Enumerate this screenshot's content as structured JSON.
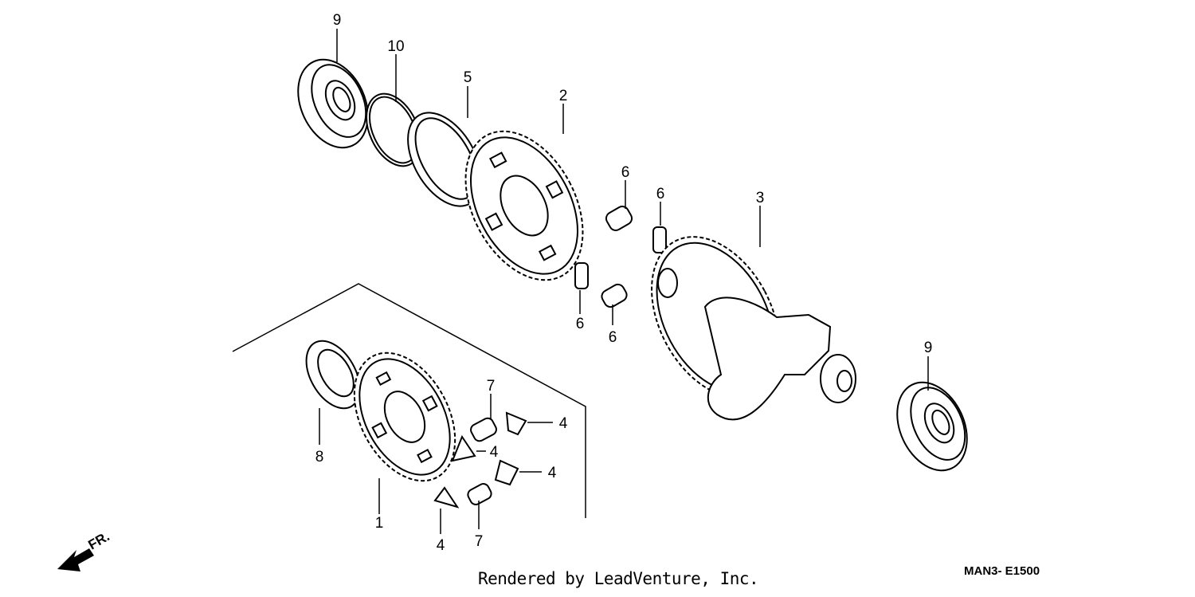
{
  "callouts": {
    "p9_top": "9",
    "p10": "10",
    "p5": "5",
    "p2": "2",
    "p6_a": "6",
    "p6_b": "6",
    "p6_c": "6",
    "p6_d": "6",
    "p3": "3",
    "p9_right": "9",
    "p8": "8",
    "p1": "1",
    "p7_top": "7",
    "p4_a": "4",
    "p4_b": "4",
    "p4_c": "4",
    "p4_d": "4",
    "p7_bottom": "7"
  },
  "direction_label": "FR.",
  "footer_text": "Rendered by LeadVenture, Inc.",
  "diagram_code": "MAN3- E1500"
}
